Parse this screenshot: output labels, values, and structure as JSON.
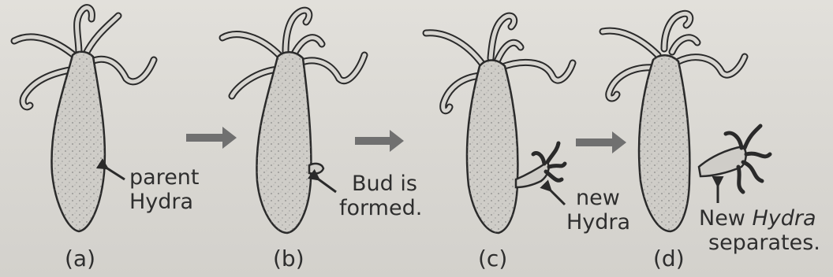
{
  "panels": [
    {
      "id": "a",
      "caption": "(a)",
      "label_lines": [
        "parent",
        "Hydra"
      ]
    },
    {
      "id": "b",
      "caption": "(b)",
      "label_lines": [
        "Bud is",
        "formed."
      ]
    },
    {
      "id": "c",
      "caption": "(c)",
      "label_lines": [
        "new",
        "Hydra"
      ]
    },
    {
      "id": "d",
      "caption": "(d)",
      "label_line1_prefix": "New ",
      "label_line1_italic": "Hydra",
      "label_line2": "separates."
    }
  ],
  "colors": {
    "body_fill": "#cfcdc8",
    "outline": "#2a2a2a",
    "arrow": "#707070",
    "text": "#2e2e2e"
  }
}
